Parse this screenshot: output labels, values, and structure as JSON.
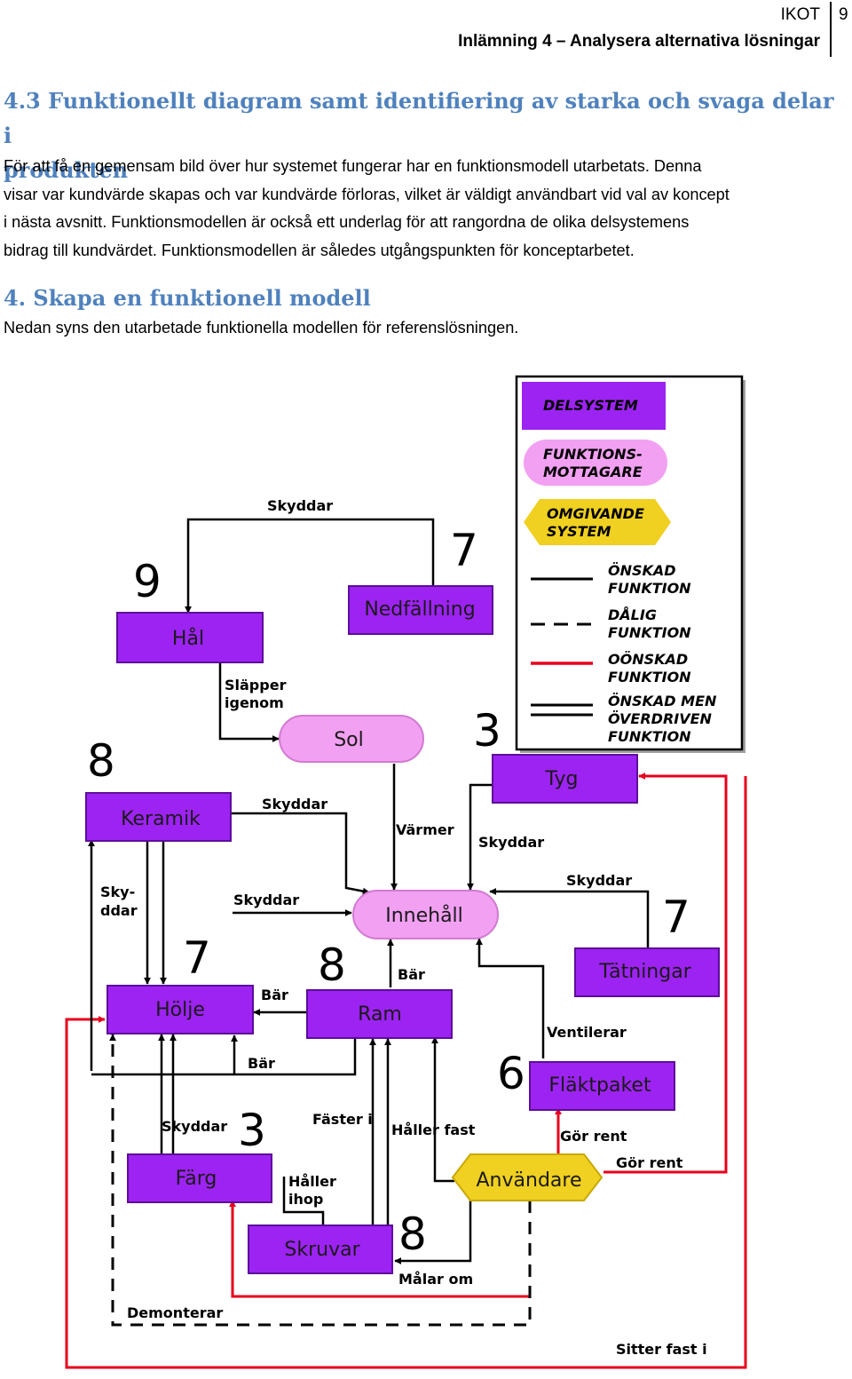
{
  "header": {
    "company": "IKOT",
    "title": "Inlämning 4 – Analysera alternativa lösningar",
    "page_number": "9"
  },
  "section1": {
    "heading_line1": "4.3 Funktionellt diagram samt identifiering av starka och svaga delar i",
    "heading_line2": "produkten",
    "lines": [
      "För att få en gemensam bild över hur systemet fungerar har en funktionsmodell utarbetats. Denna",
      "visar var kundvärde skapas och var kundvärde förloras, vilket är väldigt användbart vid val av koncept",
      "i nästa avsnitt. Funktionsmodellen är också ett underlag för att rangordna de olika delsystemens",
      "bidrag till kundvärdet. Funktionsmodellen är således utgångspunkten för konceptarbetet."
    ]
  },
  "section2": {
    "heading": "4. Skapa en funktionell modell",
    "text": "Nedan syns den utarbetade funktionella modellen för referenslösningen."
  },
  "legend": {
    "delsystem": "DELSYSTEM",
    "mottagare_1": "FUNKTIONS-",
    "mottagare_2": "MOTTAGARE",
    "omgivande_1": "OMGIVANDE",
    "omgivande_2": "SYSTEM",
    "onskad_1": "ÖNSKAD",
    "onskad_2": "FUNKTION",
    "dalig_1": "DÅLIG",
    "dalig_2": "FUNKTION",
    "oonskad_1": "OÖNSKAD",
    "oonskad_2": "FUNKTION",
    "overdriven_1": "ÖNSKAD MEN",
    "overdriven_2": "ÖVERDRIVEN",
    "overdriven_3": "FUNKTION"
  },
  "nodes": {
    "hal": "Hål",
    "nedfallning": "Nedfällning",
    "sol": "Sol",
    "tyg": "Tyg",
    "keramik": "Keramik",
    "innehall": "Innehåll",
    "tatningar": "Tätningar",
    "holje": "Hölje",
    "ram": "Ram",
    "flaktpaket": "Fläktpaket",
    "farg": "Färg",
    "anvandare": "Användare",
    "skruvar": "Skruvar"
  },
  "numbers": {
    "hal": "9",
    "nedfallning": "7",
    "keramik": "8",
    "tyg": "3",
    "tatningar": "7",
    "holje": "7",
    "ram": "8",
    "flaktpaket": "6",
    "farg": "3",
    "skruvar": "8"
  },
  "edges": {
    "skyddar_top": "Skyddar",
    "slapper_1": "Släpper",
    "slapper_2": "igenom",
    "skyddar_keramik": "Skyddar",
    "varmer": "Värmer",
    "skyddar_tyg": "Skyddar",
    "sky_1": "Sky-",
    "sky_2": "ddar",
    "skyddar_holje": "Skyddar",
    "skyddar_tatning": "Skyddar",
    "bar_ram": "Bär",
    "bar_holje": "Bär",
    "ventilerar": "Ventilerar",
    "bar_low": "Bär",
    "skyddar_farg": "Skyddar",
    "faster_i": "Fäster i",
    "haller_fast": "Håller fast",
    "gor_rent_1": "Gör rent",
    "gor_rent_2": "Gör rent",
    "haller_1": "Håller",
    "haller_2": "ihop",
    "malar_om": "Målar om",
    "demonterar": "Demonterar",
    "sitter_fast": "Sitter fast i"
  }
}
